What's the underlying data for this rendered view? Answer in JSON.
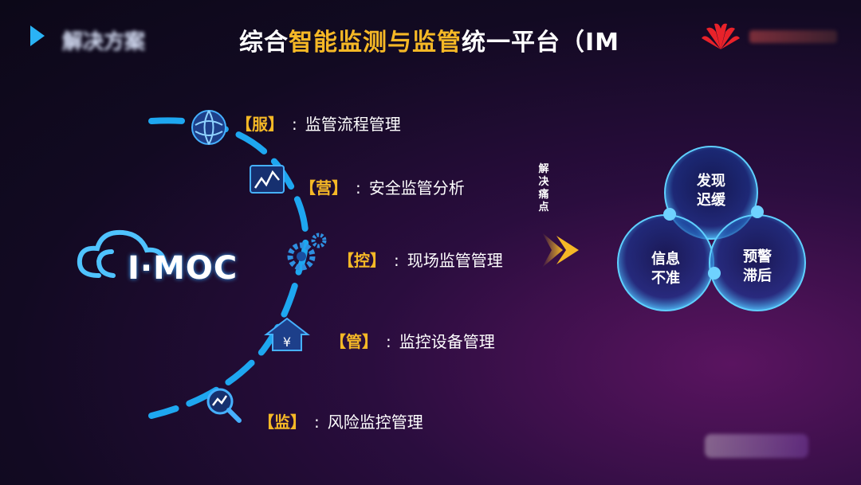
{
  "header": {
    "section_label": "解决方案",
    "title_part1": "综合",
    "title_part2": "智能监测与监管",
    "title_part3": "统一平台（IM",
    "brand_icon": "huawei-logo-icon"
  },
  "logo": {
    "text": "I·MOC",
    "icon": "cloud-icon"
  },
  "items": [
    {
      "tag": "【服】",
      "desc": "监管流程管理",
      "icon": "globe-icon"
    },
    {
      "tag": "【营】",
      "desc": "安全监管分析",
      "icon": "chart-monitor-icon"
    },
    {
      "tag": "【控】",
      "desc": "现场监管管理",
      "icon": "gears-icon"
    },
    {
      "tag": "【管】",
      "desc": "监控设备管理",
      "icon": "house-yen-icon"
    },
    {
      "tag": "【监】",
      "desc": "风险监控管理",
      "icon": "magnifier-chart-icon"
    }
  ],
  "painpoint_label": [
    "解",
    "决",
    "痛",
    "点"
  ],
  "bubbles": [
    {
      "line1": "发现",
      "line2": "迟缓"
    },
    {
      "line1": "信息",
      "line2": "不准"
    },
    {
      "line1": "预警",
      "line2": "滞后"
    }
  ],
  "colors": {
    "accent": "#f5b826",
    "arc": "#1ea7f0",
    "background": "#120a22"
  }
}
